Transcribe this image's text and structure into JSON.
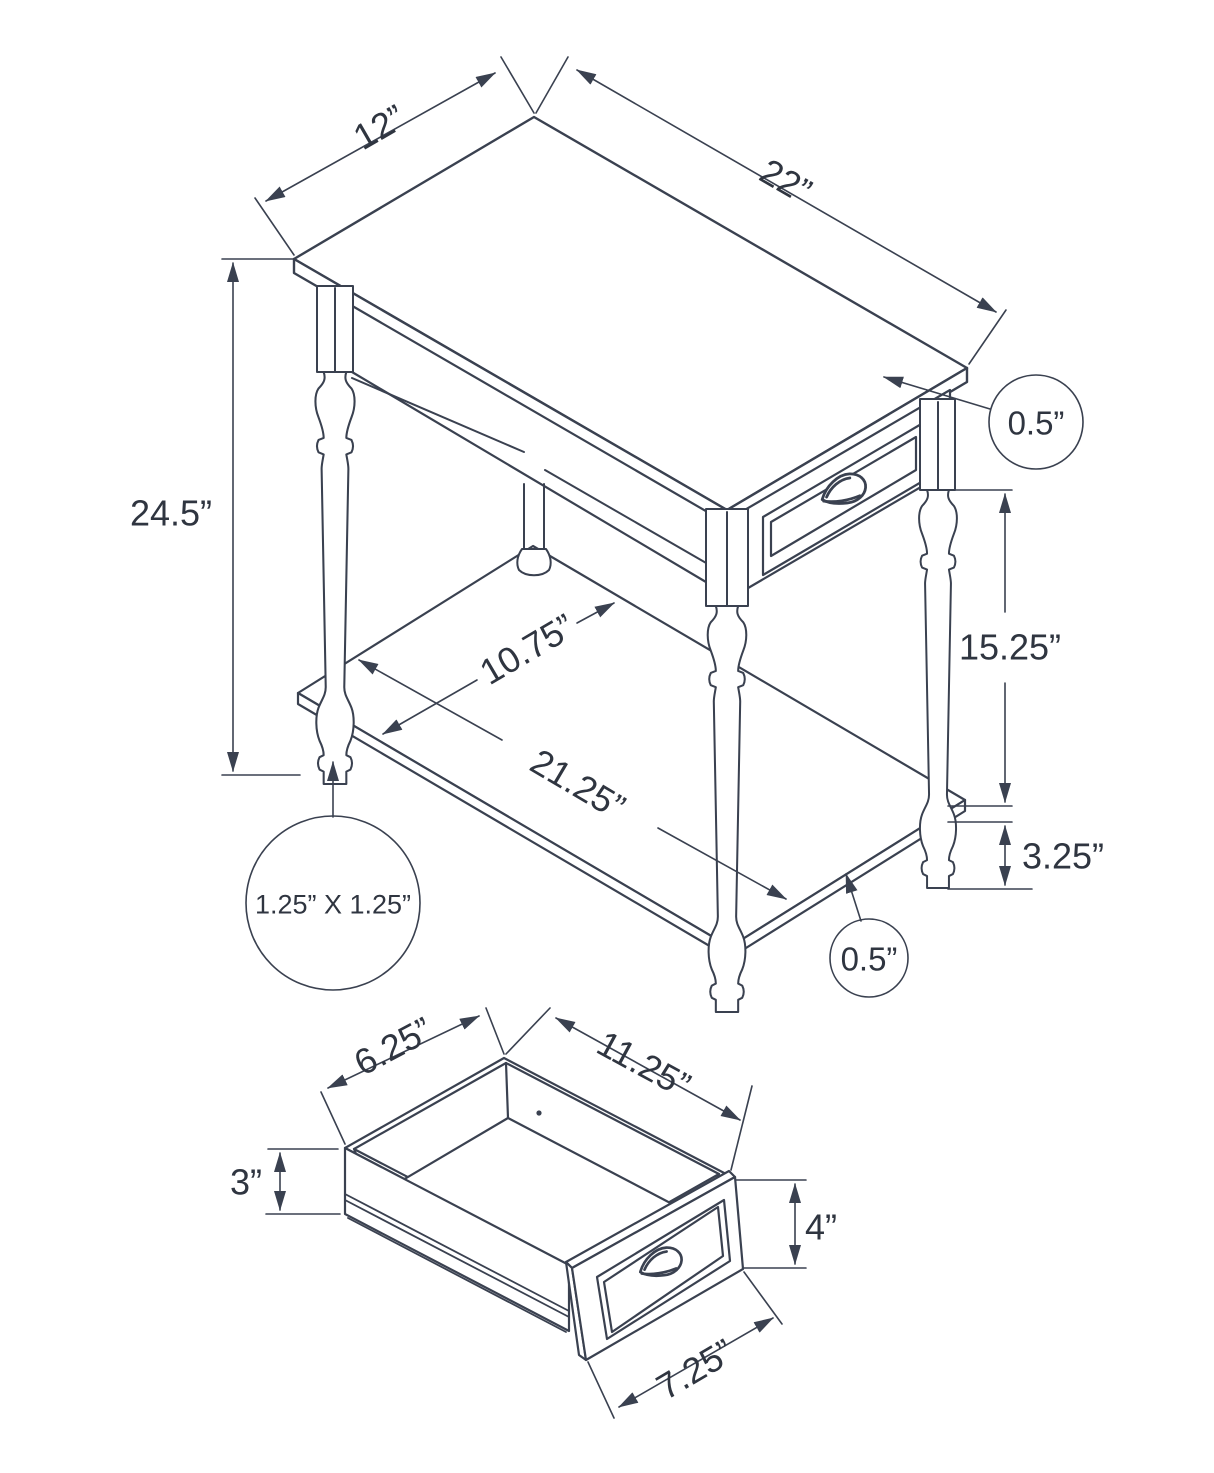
{
  "colors": {
    "line": "#3a4150",
    "text": "#2f3540",
    "background": "#ffffff"
  },
  "table_view": {
    "name": "side-table-isometric-drawing",
    "dimensions": {
      "top_width": "12”",
      "top_length": "22”",
      "overall_height": "24.5”",
      "top_thickness": "0.5”",
      "leg_space_height": "15.25”",
      "foot_height": "3.25”",
      "shelf_width": "10.75”",
      "shelf_length": "21.25”",
      "shelf_thickness": "0.5”",
      "leg_post_size": "1.25” X 1.25”"
    }
  },
  "drawer_view": {
    "name": "drawer-isometric-drawing",
    "dimensions": {
      "inner_width": "6.25”",
      "inner_length": "11.25”",
      "side_height": "3”",
      "front_height": "4”",
      "front_width": "7.25”"
    }
  }
}
